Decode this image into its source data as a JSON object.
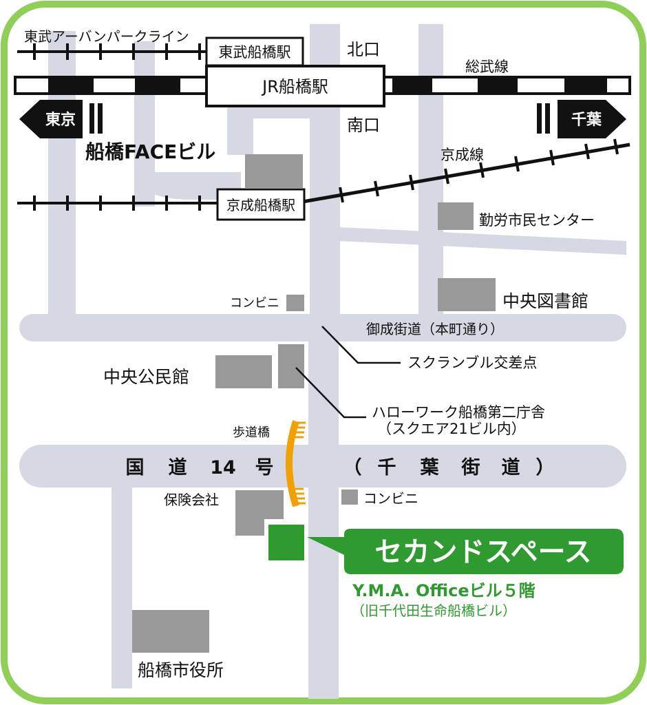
{
  "colors": {
    "frame": "#8fcf57",
    "road": "#d6d8e3",
    "building": "#999999",
    "rail": "#111111",
    "highlight": "#2f9a2f",
    "text_green": "#2f9a2f",
    "footbridge": "#f0a000"
  },
  "rail": {
    "tobu_line": "東武アーバンパークライン",
    "tobu_station": "東武船橋駅",
    "jr_station": "JR船橋駅",
    "sobu_line": "総武線",
    "keisei_line": "京成線",
    "keisei_station": "京成船橋駅"
  },
  "exits": {
    "north": "北口",
    "south": "南口"
  },
  "directions": {
    "west": "東京",
    "east": "千葉"
  },
  "roads": {
    "main_street": "御成街道（本町通り）",
    "route14": [
      "国",
      "道",
      "14",
      "号"
    ],
    "chiba_kaido": [
      "（",
      "千",
      "葉",
      "街",
      "道",
      "）"
    ]
  },
  "buildings": {
    "face": "船橋FACEビル",
    "kinro": "勤労市民センター",
    "library": "中央図書館",
    "conv1": "コンビニ",
    "komin": "中央公民館",
    "footbridge": "歩道橋",
    "hoken": "保険会社",
    "conv2": "コンビニ",
    "cityhall": "船橋市役所"
  },
  "callouts": {
    "scramble": "スクランブル交差点",
    "hellowork_1": "ハローワーク船橋第二庁舎",
    "hellowork_2": "（スクエア21ビル内）"
  },
  "destination": {
    "name": "セカンドスペース",
    "address": "Y.M.A. Officeビル５階",
    "formerly": "（旧千代田生命船橋ビル）"
  }
}
